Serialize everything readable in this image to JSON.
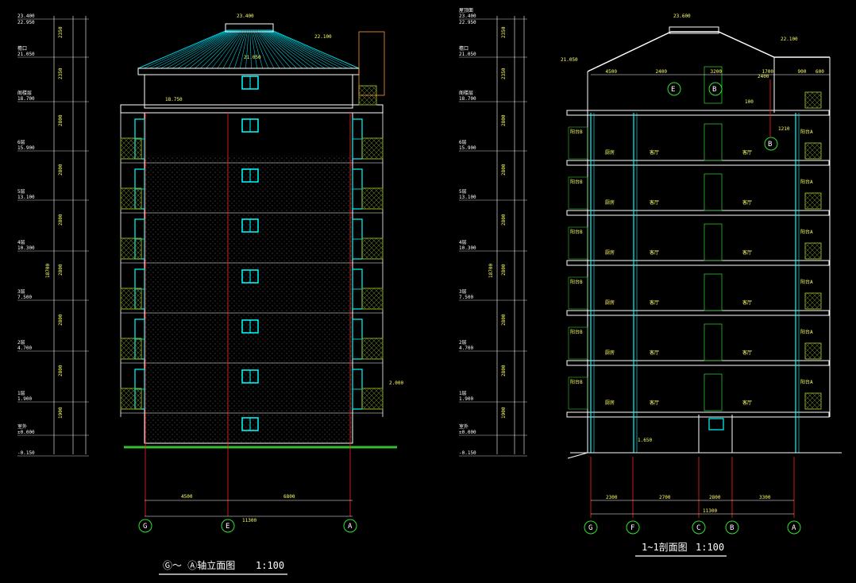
{
  "colors": {
    "background": "#000000",
    "wall": "#ffffff",
    "window": "#00ffff",
    "dim": "#ffff66",
    "grid": "#ff2020",
    "ground": "#30c030",
    "balcony": "#88aa22",
    "roof": "#00c8d8"
  },
  "left_drawing": {
    "title": "Ⓖ～ Ⓐ轴立面图",
    "scale": "1:100",
    "levels": [
      {
        "elev": "23.400",
        "sub": "22.950"
      },
      {
        "label": "檐口",
        "elev": "21.050"
      },
      {
        "label": "阁楼层",
        "elev": "18.700"
      },
      {
        "label": "6层",
        "elev": "15.900"
      },
      {
        "label": "5层",
        "elev": "13.100"
      },
      {
        "label": "4层",
        "elev": "10.300"
      },
      {
        "label": "3层",
        "elev": "7.500"
      },
      {
        "label": "2层",
        "elev": "4.700"
      },
      {
        "label": "1层",
        "elev": "1.900"
      },
      {
        "label": "室外",
        "elev": "±0.000"
      },
      {
        "elev": "-0.150"
      }
    ],
    "dim_segments": [
      "2350",
      "2350",
      "2800",
      "2800",
      "2800",
      "2800",
      "2800",
      "2800",
      "1900"
    ],
    "total_height": "18700",
    "top_marks": [
      "23.400",
      "22.100",
      "21.050",
      "18.750"
    ],
    "right_mark": "2.000",
    "bottom_dims": [
      "4500",
      "6800"
    ],
    "bottom_total": "11300",
    "axes": [
      "G",
      "E",
      "A"
    ]
  },
  "right_drawing": {
    "title": "1~1剖面图",
    "scale": "1:100",
    "levels": [
      {
        "label": "屋顶面",
        "elev": "23.400",
        "sub": "22.950"
      },
      {
        "label": "檐口",
        "elev": "21.050"
      },
      {
        "label": "阁楼层",
        "elev": "18.700"
      },
      {
        "label": "6层",
        "elev": "15.900"
      },
      {
        "label": "5层",
        "elev": "13.100"
      },
      {
        "label": "4层",
        "elev": "10.300"
      },
      {
        "label": "3层",
        "elev": "7.500"
      },
      {
        "label": "2层",
        "elev": "4.700"
      },
      {
        "label": "1层",
        "elev": "1.900"
      },
      {
        "label": "室外",
        "elev": "±0.000"
      },
      {
        "elev": "-0.150"
      }
    ],
    "total_height": "18700",
    "top_dims": [
      "4500",
      "2400",
      "3200",
      "1700",
      "900",
      "600"
    ],
    "top_marks": [
      "23.600",
      "22.100",
      "21.050"
    ],
    "room_labels": [
      "阳台B",
      "厨房",
      "客厅",
      "客厅",
      "阳台A"
    ],
    "bottom_dims": [
      "2300",
      "2700",
      "2800",
      "3300"
    ],
    "bottom_total": "11300",
    "axes": [
      "G",
      "F",
      "C",
      "B",
      "A"
    ],
    "misc": [
      "E",
      "B",
      "1210",
      "100",
      "2400",
      "1.650"
    ]
  }
}
